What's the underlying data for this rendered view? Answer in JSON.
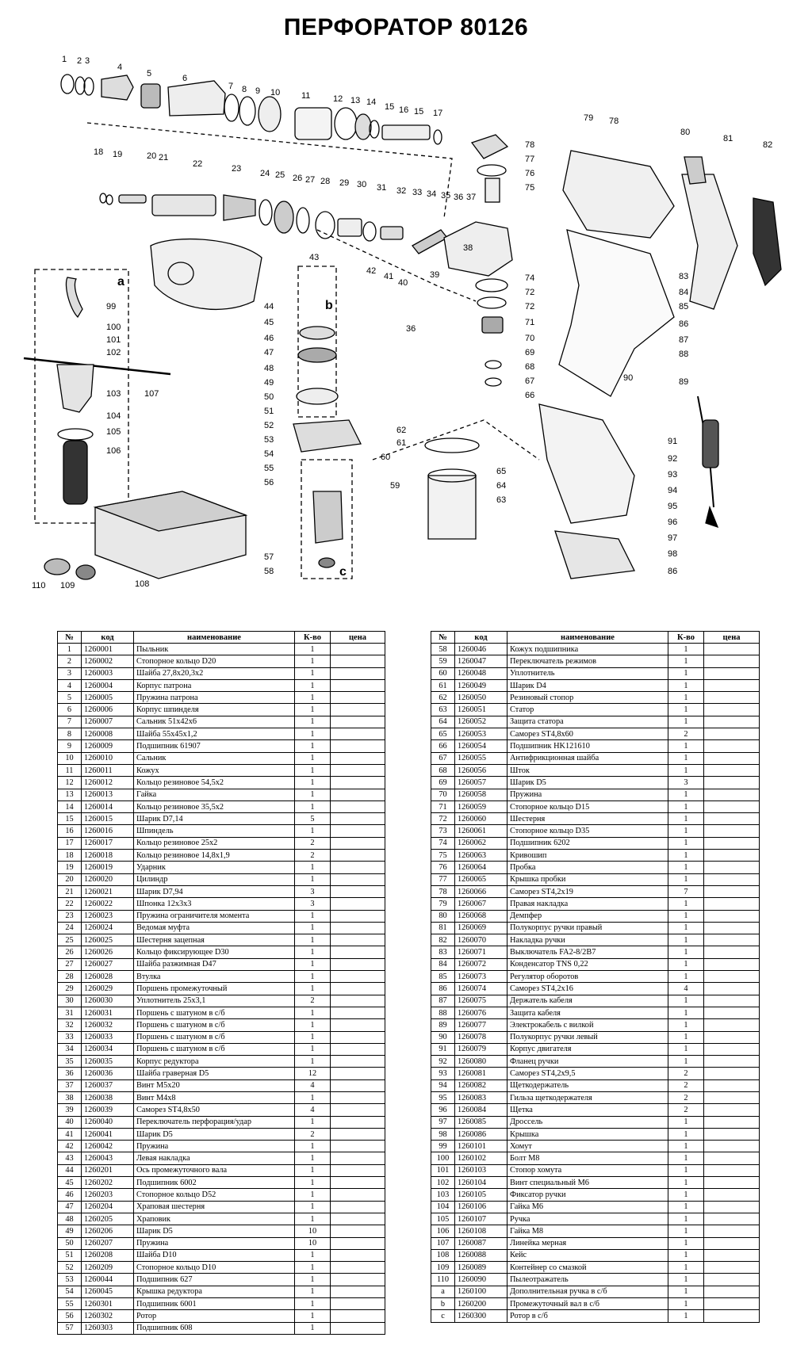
{
  "title": "ПЕРФОРАТОР 80126",
  "headers": {
    "no": "№",
    "code": "код",
    "name": "наименование",
    "qty": "К-во",
    "price": "цена"
  },
  "callouts": [
    "1",
    "2",
    "3",
    "4",
    "5",
    "6",
    "7",
    "8",
    "9",
    "10",
    "11",
    "12",
    "13",
    "14",
    "15",
    "16",
    "15",
    "17",
    "18",
    "19",
    "20",
    "21",
    "22",
    "23",
    "24",
    "25",
    "26",
    "27",
    "28",
    "29",
    "30",
    "31",
    "32",
    "33",
    "34",
    "35",
    "36",
    "37",
    "38",
    "39",
    "40",
    "41",
    "42",
    "43",
    "44",
    "45",
    "46",
    "47",
    "48",
    "49",
    "50",
    "51",
    "52",
    "53",
    "54",
    "55",
    "56",
    "57",
    "58",
    "59",
    "60",
    "61",
    "62",
    "63",
    "64",
    "65",
    "66",
    "67",
    "68",
    "69",
    "70",
    "71",
    "72",
    "72",
    "74",
    "75",
    "76",
    "77",
    "78",
    "78",
    "79",
    "80",
    "81",
    "82",
    "83",
    "84",
    "85",
    "86",
    "87",
    "88",
    "89",
    "90",
    "91",
    "92",
    "93",
    "94",
    "95",
    "96",
    "97",
    "98",
    "86",
    "99",
    "100",
    "101",
    "102",
    "103",
    "104",
    "105",
    "106",
    "107",
    "108",
    "109",
    "110",
    "36",
    "a",
    "b",
    "c"
  ],
  "table_left": [
    [
      "1",
      "1260001",
      "Пыльник",
      "1",
      ""
    ],
    [
      "2",
      "1260002",
      "Стопорное кольцо D20",
      "1",
      ""
    ],
    [
      "3",
      "1260003",
      "Шайба 27,8x20,3x2",
      "1",
      ""
    ],
    [
      "4",
      "1260004",
      "Корпус патрона",
      "1",
      ""
    ],
    [
      "5",
      "1260005",
      "Пружина патрона",
      "1",
      ""
    ],
    [
      "6",
      "1260006",
      "Корпус шпинделя",
      "1",
      ""
    ],
    [
      "7",
      "1260007",
      "Сальник 51x42x6",
      "1",
      ""
    ],
    [
      "8",
      "1260008",
      "Шайба 55x45x1,2",
      "1",
      ""
    ],
    [
      "9",
      "1260009",
      "Подшипник 61907",
      "1",
      ""
    ],
    [
      "10",
      "1260010",
      "Сальник",
      "1",
      ""
    ],
    [
      "11",
      "1260011",
      "Кожух",
      "1",
      ""
    ],
    [
      "12",
      "1260012",
      "Кольцо резиновое 54,5x2",
      "1",
      ""
    ],
    [
      "13",
      "1260013",
      "Гайка",
      "1",
      ""
    ],
    [
      "14",
      "1260014",
      "Кольцо резиновое 35,5x2",
      "1",
      ""
    ],
    [
      "15",
      "1260015",
      "Шарик D7,14",
      "5",
      ""
    ],
    [
      "16",
      "1260016",
      "Шпиндель",
      "1",
      ""
    ],
    [
      "17",
      "1260017",
      "Кольцо резиновое 25x2",
      "2",
      ""
    ],
    [
      "18",
      "1260018",
      "Кольцо резиновое 14,8x1,9",
      "2",
      ""
    ],
    [
      "19",
      "1260019",
      "Ударник",
      "1",
      ""
    ],
    [
      "20",
      "1260020",
      "Цилиндр",
      "1",
      ""
    ],
    [
      "21",
      "1260021",
      "Шарик D7,94",
      "3",
      ""
    ],
    [
      "22",
      "1260022",
      "Шпонка 12x3x3",
      "3",
      ""
    ],
    [
      "23",
      "1260023",
      "Пружина ограничителя момента",
      "1",
      ""
    ],
    [
      "24",
      "1260024",
      "Ведомая муфта",
      "1",
      ""
    ],
    [
      "25",
      "1260025",
      "Шестерня зацепная",
      "1",
      ""
    ],
    [
      "26",
      "1260026",
      "Кольцо фиксирующее D30",
      "1",
      ""
    ],
    [
      "27",
      "1260027",
      "Шайба разжимная D47",
      "1",
      ""
    ],
    [
      "28",
      "1260028",
      "Втулка",
      "1",
      ""
    ],
    [
      "29",
      "1260029",
      "Поршень промежуточный",
      "1",
      ""
    ],
    [
      "30",
      "1260030",
      "Уплотнитель 25x3,1",
      "2",
      ""
    ],
    [
      "31",
      "1260031",
      "Поршень с шатуном в с/б",
      "1",
      ""
    ],
    [
      "32",
      "1260032",
      "Поршень с шатуном в с/б",
      "1",
      ""
    ],
    [
      "33",
      "1260033",
      "Поршень с шатуном в с/б",
      "1",
      ""
    ],
    [
      "34",
      "1260034",
      "Поршень с шатуном в с/б",
      "1",
      ""
    ],
    [
      "35",
      "1260035",
      "Корпус редуктора",
      "1",
      ""
    ],
    [
      "36",
      "1260036",
      "Шайба граверная  D5",
      "12",
      ""
    ],
    [
      "37",
      "1260037",
      "Винт M5x20",
      "4",
      ""
    ],
    [
      "38",
      "1260038",
      "Винт M4x8",
      "1",
      ""
    ],
    [
      "39",
      "1260039",
      "Саморез ST4,8x50",
      "4",
      ""
    ],
    [
      "40",
      "1260040",
      "Переключатель перфорация/удар",
      "1",
      ""
    ],
    [
      "41",
      "1260041",
      "Шарик D5",
      "2",
      ""
    ],
    [
      "42",
      "1260042",
      "Пружина",
      "1",
      ""
    ],
    [
      "43",
      "1260043",
      "Левая накладка",
      "1",
      ""
    ],
    [
      "44",
      "1260201",
      "Ось промежуточного вала",
      "1",
      ""
    ],
    [
      "45",
      "1260202",
      "Подшипник 6002",
      "1",
      ""
    ],
    [
      "46",
      "1260203",
      "Стопорное кольцо D52",
      "1",
      ""
    ],
    [
      "47",
      "1260204",
      "Храповая шестерня",
      "1",
      ""
    ],
    [
      "48",
      "1260205",
      "Храповик",
      "1",
      ""
    ],
    [
      "49",
      "1260206",
      "Шарик D5",
      "10",
      ""
    ],
    [
      "50",
      "1260207",
      "Пружина",
      "10",
      ""
    ],
    [
      "51",
      "1260208",
      "Шайба D10",
      "1",
      ""
    ],
    [
      "52",
      "1260209",
      "Стопорное кольцо D10",
      "1",
      ""
    ],
    [
      "53",
      "1260044",
      "Подшипник 627",
      "1",
      ""
    ],
    [
      "54",
      "1260045",
      "Крышка редуктора",
      "1",
      ""
    ],
    [
      "55",
      "1260301",
      "Подшипник 6001",
      "1",
      ""
    ],
    [
      "56",
      "1260302",
      "Ротор",
      "1",
      ""
    ],
    [
      "57",
      "1260303",
      "Подшипник 608",
      "1",
      ""
    ]
  ],
  "table_right": [
    [
      "58",
      "1260046",
      "Кожух подшипника",
      "1",
      ""
    ],
    [
      "59",
      "1260047",
      "Переключатель режимов",
      "1",
      ""
    ],
    [
      "60",
      "1260048",
      "Уплотнитель",
      "1",
      ""
    ],
    [
      "61",
      "1260049",
      "Шарик D4",
      "1",
      ""
    ],
    [
      "62",
      "1260050",
      "Резиновый стопор",
      "1",
      ""
    ],
    [
      "63",
      "1260051",
      "Статор",
      "1",
      ""
    ],
    [
      "64",
      "1260052",
      "Защита статора",
      "1",
      ""
    ],
    [
      "65",
      "1260053",
      "Саморез ST4,8x60",
      "2",
      ""
    ],
    [
      "66",
      "1260054",
      "Подшипник HK121610",
      "1",
      ""
    ],
    [
      "67",
      "1260055",
      "Антифрикционная шайба",
      "1",
      ""
    ],
    [
      "68",
      "1260056",
      "Шток",
      "1",
      ""
    ],
    [
      "69",
      "1260057",
      "Шарик D5",
      "3",
      ""
    ],
    [
      "70",
      "1260058",
      "Пружина",
      "1",
      ""
    ],
    [
      "71",
      "1260059",
      "Стопорное кольцо D15",
      "1",
      ""
    ],
    [
      "72",
      "1260060",
      "Шестерня",
      "1",
      ""
    ],
    [
      "73",
      "1260061",
      "Стопорное кольцо D35",
      "1",
      ""
    ],
    [
      "74",
      "1260062",
      "Подшипник 6202",
      "1",
      ""
    ],
    [
      "75",
      "1260063",
      "Кривошип",
      "1",
      ""
    ],
    [
      "76",
      "1260064",
      "Пробка",
      "1",
      ""
    ],
    [
      "77",
      "1260065",
      "Крышка пробки",
      "1",
      ""
    ],
    [
      "78",
      "1260066",
      "Саморез ST4,2x19",
      "7",
      ""
    ],
    [
      "79",
      "1260067",
      "Правая накладка",
      "1",
      ""
    ],
    [
      "80",
      "1260068",
      "Демпфер",
      "1",
      ""
    ],
    [
      "81",
      "1260069",
      "Полукорпус ручки правый",
      "1",
      ""
    ],
    [
      "82",
      "1260070",
      "Накладка ручки",
      "1",
      ""
    ],
    [
      "83",
      "1260071",
      "Выключатель FA2-8/2B7",
      "1",
      ""
    ],
    [
      "84",
      "1260072",
      "Конденсатор TNS 0,22",
      "1",
      ""
    ],
    [
      "85",
      "1260073",
      "Регулятор оборотов",
      "1",
      ""
    ],
    [
      "86",
      "1260074",
      "Саморез ST4,2x16",
      "4",
      ""
    ],
    [
      "87",
      "1260075",
      "Держатель кабеля",
      "1",
      ""
    ],
    [
      "88",
      "1260076",
      "Защита кабеля",
      "1",
      ""
    ],
    [
      "89",
      "1260077",
      "Электрокабель с вилкой",
      "1",
      ""
    ],
    [
      "90",
      "1260078",
      "Полукорпус ручки левый",
      "1",
      ""
    ],
    [
      "91",
      "1260079",
      "Корпус двигателя",
      "1",
      ""
    ],
    [
      "92",
      "1260080",
      "Фланец ручки",
      "1",
      ""
    ],
    [
      "93",
      "1260081",
      "Саморез ST4,2x9,5",
      "2",
      ""
    ],
    [
      "94",
      "1260082",
      "Щеткодержатель",
      "2",
      ""
    ],
    [
      "95",
      "1260083",
      "Гильза щеткодержателя",
      "2",
      ""
    ],
    [
      "96",
      "1260084",
      "Щетка",
      "2",
      ""
    ],
    [
      "97",
      "1260085",
      "Дроссель",
      "1",
      ""
    ],
    [
      "98",
      "1260086",
      "Крышка",
      "1",
      ""
    ],
    [
      "99",
      "1260101",
      "Хомут",
      "1",
      ""
    ],
    [
      "100",
      "1260102",
      "Болт M8",
      "1",
      ""
    ],
    [
      "101",
      "1260103",
      "Стопор хомута",
      "1",
      ""
    ],
    [
      "102",
      "1260104",
      "Винт специальный M6",
      "1",
      ""
    ],
    [
      "103",
      "1260105",
      "Фиксатор ручки",
      "1",
      ""
    ],
    [
      "104",
      "1260106",
      "Гайка M6",
      "1",
      ""
    ],
    [
      "105",
      "1260107",
      "Ручка",
      "1",
      ""
    ],
    [
      "106",
      "1260108",
      "Гайка M8",
      "1",
      ""
    ],
    [
      "107",
      "1260087",
      "Линейка мерная",
      "1",
      ""
    ],
    [
      "108",
      "1260088",
      "Кейс",
      "1",
      ""
    ],
    [
      "109",
      "1260089",
      "Контейнер со смазкой",
      "1",
      ""
    ],
    [
      "110",
      "1260090",
      "Пылеотражатель",
      "1",
      ""
    ],
    [
      "a",
      "1260100",
      "Дополнительная ручка в с/б",
      "1",
      ""
    ],
    [
      "b",
      "1260200",
      "Промежуточный вал в с/б",
      "1",
      ""
    ],
    [
      "c",
      "1260300",
      "Ротор в с/б",
      "1",
      ""
    ]
  ]
}
